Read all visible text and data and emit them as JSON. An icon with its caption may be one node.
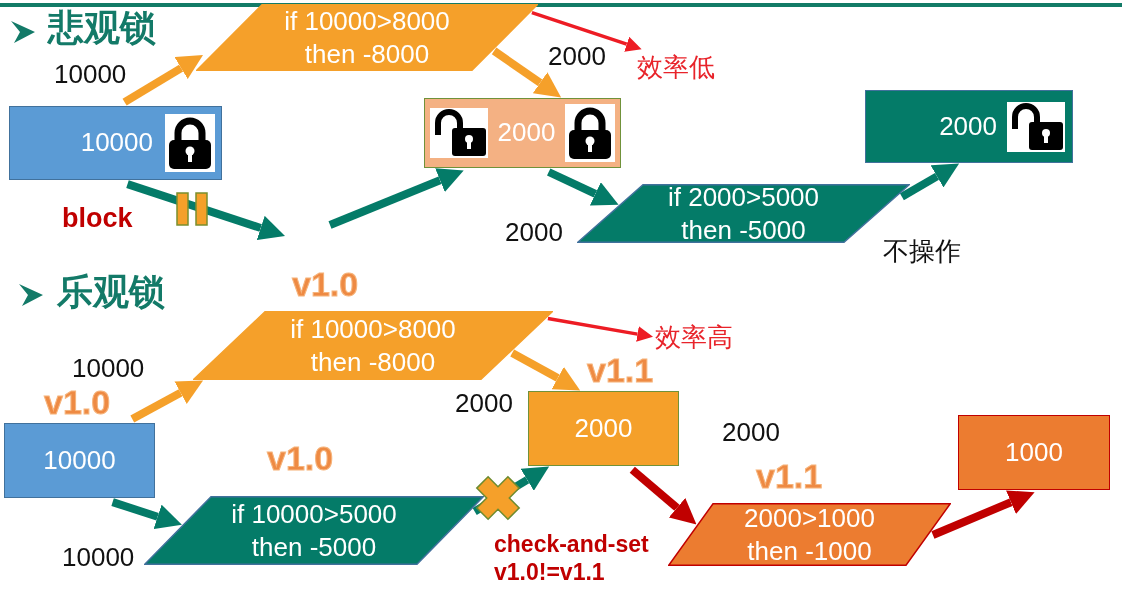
{
  "diagram": {
    "nodes": [
      {
        "text": [
          "10000"
        ]
      },
      {
        "text": [
          "if 10000>8000 then -8000"
        ]
      },
      {
        "text": [
          "效率低"
        ]
      },
      {
        "text": [
          "2000"
        ]
      },
      {
        "text": [
          "if 2000>5000 then -5000"
        ]
      },
      {
        "text": [
          "2000"
        ]
      },
      {
        "text": [
          "10000"
        ],
        "beside": [
          "v1.0"
        ]
      },
      {
        "text": [
          "if 10000>8000 then -8000"
        ],
        "beside": [
          "v1.0"
        ]
      },
      {
        "text": [
          "效率高"
        ]
      },
      {
        "text": [
          "2000"
        ],
        "beside": [
          "v1.1"
        ]
      },
      {
        "text": [
          "if 10000>5000 then -5000"
        ],
        "beside": [
          "v1.0"
        ]
      },
      {
        "text": [
          "2000>1000 then -1000"
        ],
        "beside": [
          "v1.1"
        ]
      },
      {
        "text": [
          "1000"
        ]
      }
    ],
    "edges": [
      {
        "from": 0,
        "to": 1,
        "arrow": "to",
        "label": "10000",
        "color": "#f5a02a"
      },
      {
        "from": 1,
        "to": 3,
        "arrow": "to",
        "label": "2000",
        "color": "#f5a02a"
      },
      {
        "from": 1,
        "to": 2,
        "arrow": "to",
        "color": "#ed1c24"
      },
      {
        "from": 0,
        "to": null,
        "arrow": "to",
        "label": "block"
      },
      {
        "from": null,
        "to": 3,
        "arrow": "to"
      },
      {
        "from": 3,
        "to": 4,
        "arrow": "to",
        "label": "2000"
      },
      {
        "from": 4,
        "to": 5,
        "arrow": "to",
        "label": "不操作"
      },
      {
        "from": 6,
        "to": 7,
        "arrow": "to",
        "label": "10000",
        "color": "#f5a02a"
      },
      {
        "from": 7,
        "to": 9,
        "arrow": "to",
        "label": "2000",
        "color": "#f5a02a"
      },
      {
        "from": 7,
        "to": 8,
        "arrow": "to",
        "color": "#ed1c24"
      },
      {
        "from": 6,
        "to": 10,
        "arrow": "to",
        "label": "10000"
      },
      {
        "from": 10,
        "to": 9,
        "arrow": "to",
        "label": "check-and-set v1.0!=v1.1"
      },
      {
        "from": 9,
        "to": 11,
        "arrow": "to",
        "label": "2000",
        "color": "#c00000"
      },
      {
        "from": 11,
        "to": 12,
        "arrow": "to",
        "color": "#c00000"
      }
    ],
    "labels": [
      "悲观锁",
      "乐观锁"
    ]
  }
}
